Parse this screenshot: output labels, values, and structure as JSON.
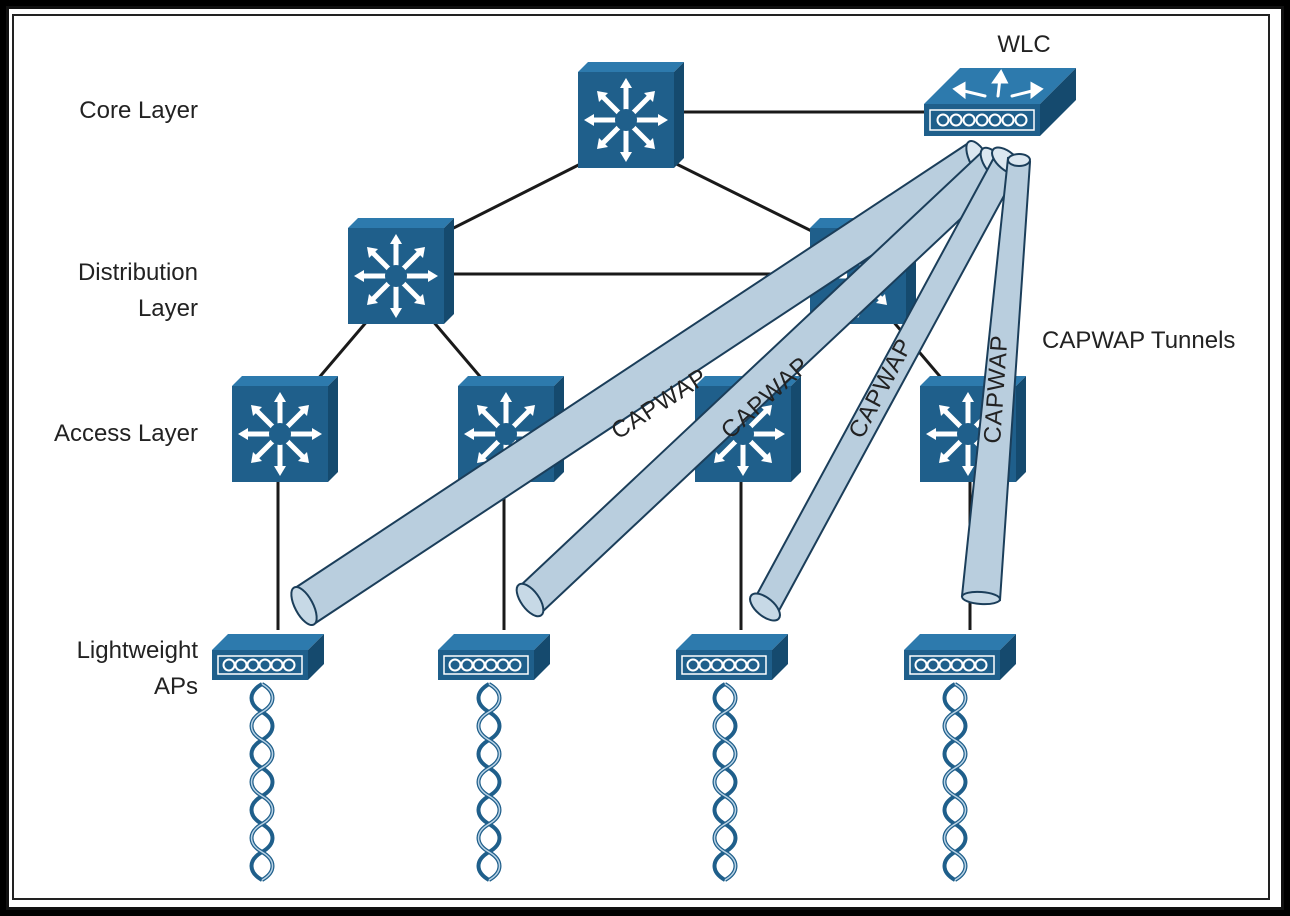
{
  "labels": {
    "core": "Core Layer",
    "distribution_1": "Distribution",
    "distribution_2": "Layer",
    "access": "Access Layer",
    "aps_1": "Lightweight",
    "aps_2": "APs",
    "wlc": "WLC",
    "tunnels": "CAPWAP Tunnels"
  },
  "tunnels": [
    "CAPWAP",
    "CAPWAP",
    "CAPWAP",
    "CAPWAP"
  ],
  "colors": {
    "device_blue": "#1f5f8b",
    "device_top": "#2d7aad",
    "device_side": "#154a6e",
    "tunnel_fill": "#b9cede",
    "tunnel_stroke": "#1b3e5a",
    "link": "#1a1a1a"
  },
  "icons": {
    "switch": "layer3-switch-icon",
    "wlc": "wireless-lan-controller-icon",
    "ap": "lightweight-ap-icon",
    "wireless": "wireless-signal-icon"
  }
}
